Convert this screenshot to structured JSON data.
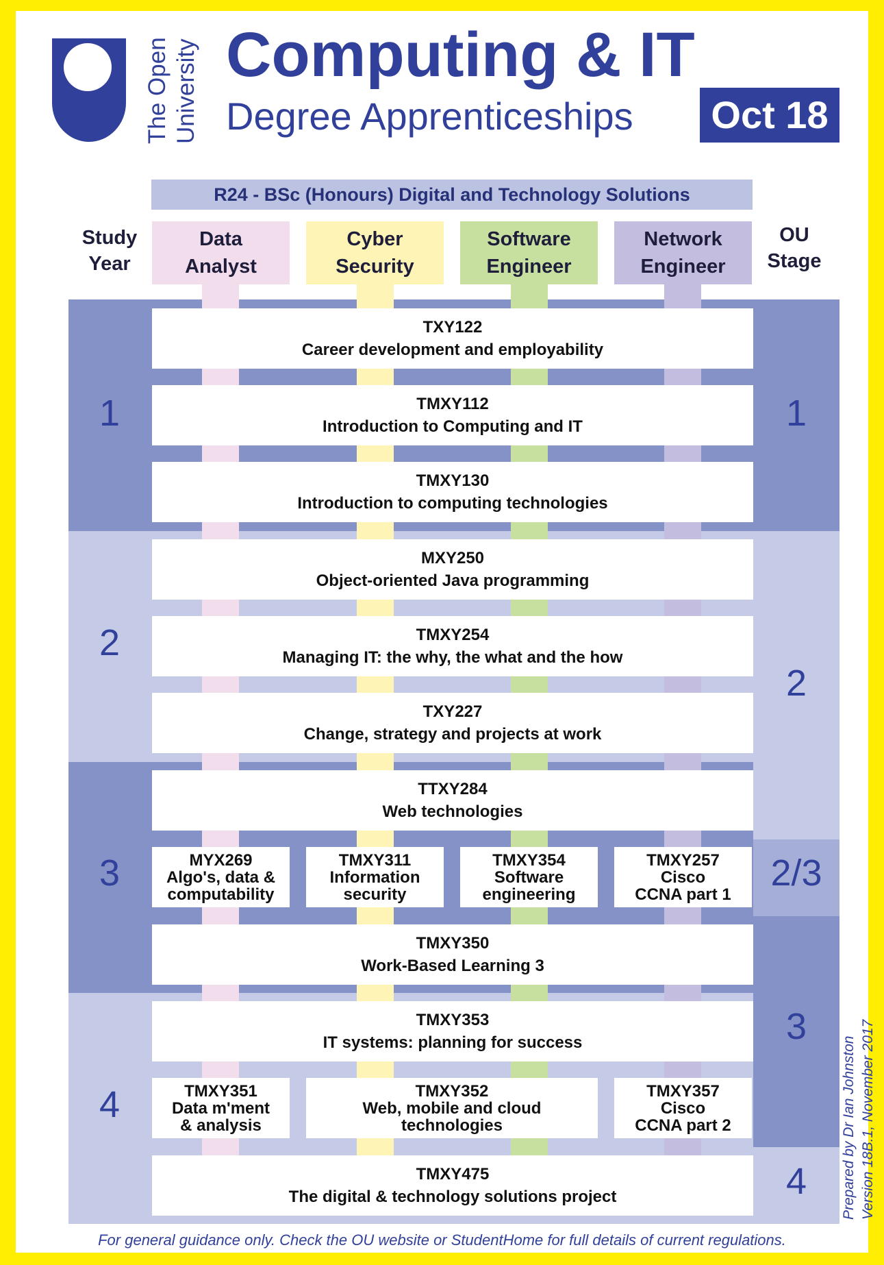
{
  "colors": {
    "frame": "#ffee00",
    "brand": "#31409a",
    "band_dark": "#8592c7",
    "band_light": "#c5cbe6",
    "data_analyst": "#f2dded",
    "cyber_security": "#fdf4b5",
    "software_engineer": "#c7e0a0",
    "network_engineer": "#c3bde0"
  },
  "logo": {
    "org_line1": "The Open",
    "org_line2": "University"
  },
  "header": {
    "title": "Computing & IT",
    "subtitle": "Degree Apprenticeships",
    "date": "Oct 18"
  },
  "degree": "R24 - BSc (Honours) Digital and Technology Solutions",
  "labels": {
    "study_year": [
      "Study",
      "Year"
    ],
    "ou_stage": [
      "OU",
      "Stage"
    ]
  },
  "pathways": [
    {
      "line1": "Data",
      "line2": "Analyst"
    },
    {
      "line1": "Cyber",
      "line2": "Security"
    },
    {
      "line1": "Software",
      "line2": "Engineer"
    },
    {
      "line1": "Network",
      "line2": "Engineer"
    }
  ],
  "study_years": [
    "1",
    "2",
    "3",
    "4"
  ],
  "ou_stages": [
    "1",
    "2",
    "2/3",
    "3",
    "4"
  ],
  "modules": {
    "txy122": {
      "code": "TXY122",
      "title": "Career development and employability"
    },
    "tmxy112": {
      "code": "TMXY112",
      "title": "Introduction to Computing and IT"
    },
    "tmxy130": {
      "code": "TMXY130",
      "title": "Introduction to computing technologies"
    },
    "mxy250": {
      "code": "MXY250",
      "title": "Object-oriented Java programming"
    },
    "tmxy254": {
      "code": "TMXY254",
      "title": "Managing IT: the why, the what and the how"
    },
    "txy227": {
      "code": "TXY227",
      "title": "Change, strategy and projects at work"
    },
    "ttxy284": {
      "code": "TTXY284",
      "title": "Web technologies"
    },
    "myx269": {
      "code": "MYX269",
      "line2": "Algo's, data &",
      "line3": "computability"
    },
    "tmxy311": {
      "code": "TMXY311",
      "line2": "Information",
      "line3": "security"
    },
    "tmxy354": {
      "code": "TMXY354",
      "line2": "Software",
      "line3": "engineering"
    },
    "tmxy257": {
      "code": "TMXY257",
      "line2": "Cisco",
      "line3": "CCNA part 1"
    },
    "tmxy350": {
      "code": "TMXY350",
      "title": "Work-Based Learning 3"
    },
    "tmxy353": {
      "code": "TMXY353",
      "title": "IT systems: planning for success"
    },
    "tmxy351": {
      "code": "TMXY351",
      "line2": "Data m'ment",
      "line3": "& analysis"
    },
    "tmxy352": {
      "code": "TMXY352",
      "line2": "Web, mobile and cloud",
      "line3": "technologies"
    },
    "tmxy357": {
      "code": "TMXY357",
      "line2": "Cisco",
      "line3": "CCNA part 2"
    },
    "tmxy475": {
      "code": "TMXY475",
      "title": "The digital & technology solutions project"
    }
  },
  "footer": "For general guidance only. Check the OU website or StudentHome for full details of current regulations.",
  "credit": {
    "line1": "Prepared by Dr Ian Johnston",
    "line2": "Version 18B.1, November 2017"
  }
}
